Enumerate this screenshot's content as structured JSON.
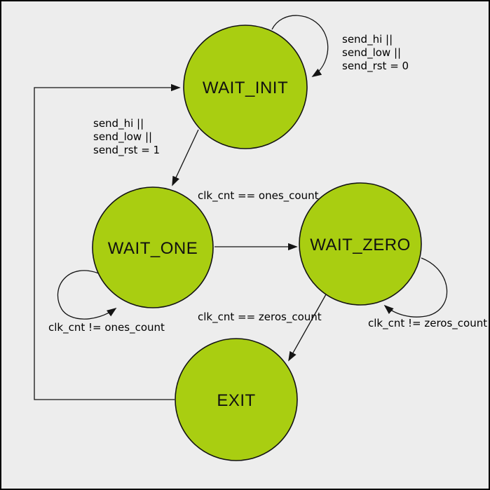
{
  "colors": {
    "background": "#ededed",
    "frame_border": "#000000",
    "state_fill": "#a9ce11",
    "state_stroke": "#141414",
    "edge": "#141414",
    "label_text": "#000000"
  },
  "states": {
    "wait_init": {
      "label": "WAIT_INIT"
    },
    "wait_one": {
      "label": "WAIT_ONE"
    },
    "wait_zero": {
      "label": "WAIT_ZERO"
    },
    "exit": {
      "label": "EXIT"
    }
  },
  "transitions": {
    "wait_init_self": {
      "from": "WAIT_INIT",
      "to": "WAIT_INIT",
      "lines": [
        "send_hi ||",
        "send_low ||",
        "send_rst = 0"
      ]
    },
    "wait_init_to_wait_one": {
      "from": "WAIT_INIT",
      "to": "WAIT_ONE",
      "lines": [
        "send_hi ||",
        "send_low ||",
        "send_rst = 1"
      ]
    },
    "wait_one_self": {
      "from": "WAIT_ONE",
      "to": "WAIT_ONE",
      "label": "clk_cnt != ones_count"
    },
    "wait_one_to_wait_zero": {
      "from": "WAIT_ONE",
      "to": "WAIT_ZERO",
      "label": "clk_cnt == ones_count"
    },
    "wait_zero_self": {
      "from": "WAIT_ZERO",
      "to": "WAIT_ZERO",
      "label": "clk_cnt != zeros_count"
    },
    "wait_zero_to_exit": {
      "from": "WAIT_ZERO",
      "to": "EXIT",
      "label": "clk_cnt == zeros_count"
    },
    "exit_to_wait_init": {
      "from": "EXIT",
      "to": "WAIT_INIT"
    }
  }
}
